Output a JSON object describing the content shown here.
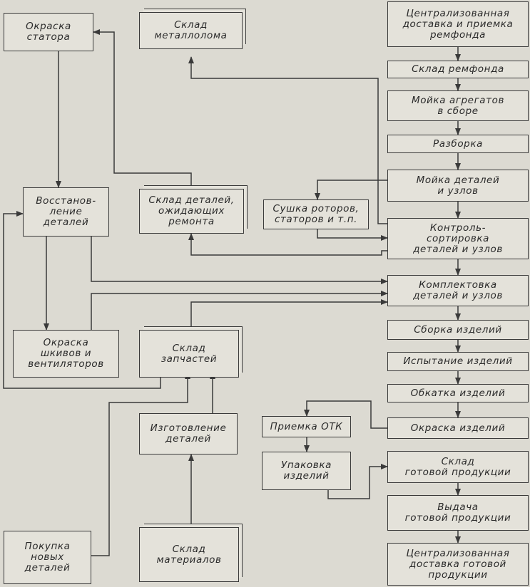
{
  "nodes": {
    "central_delivery": "Централизованная\nдоставка и приемка\nремфонда",
    "repair_stock": "Склад ремфонда",
    "wash_units": "Мойка агрегатов\nв сборе",
    "disassembly": "Разборка",
    "wash_parts": "Мойка деталей\nи узлов",
    "control_sort": "Контроль-\nсортировка\nдеталей и узлов",
    "kit": "Комплектовка\nдеталей и узлов",
    "assembly": "Сборка изделий",
    "testing": "Испытание изделий",
    "runin": "Обкатка изделий",
    "painting": "Окраска изделий",
    "finished_stock": "Склад\nготовой продукции",
    "issue": "Выдача\nготовой продукции",
    "central_out": "Централизованная\nдоставка готовой\nпродукции",
    "otk": "Приемка ОТК",
    "packing": "Упаковка\nизделий",
    "drying": "Сушка роторов,\nстаторов и т.п.",
    "scrap": "Склад\nметаллолома",
    "waiting": "Склад деталей,\nожидающих\nремонта",
    "stator_paint": "Окраска\nстатора",
    "restore": "Восстанов-\nление\nдеталей",
    "pulley_paint": "Окраска\nшкивов и\nвентиляторов",
    "spares": "Склад\nзапчастей",
    "manufacture": "Изготовление\nдеталей",
    "purchase": "Покупка\nновых\nдеталей",
    "materials": "Склад\nматериалов"
  }
}
